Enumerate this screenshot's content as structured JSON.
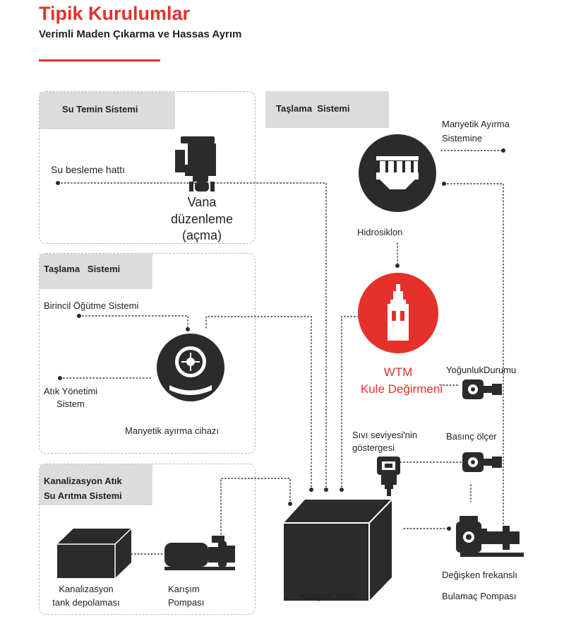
{
  "header": {
    "title": "Tipik Kurulumlar",
    "subtitle": "Verimli Maden Çıkarma ve Hassas Ayrım"
  },
  "panels": {
    "water_supply": "Su Temin Sistemi",
    "grinding_top": "Taşlama  Sistemi",
    "grinding_left": "Taşlama   Sistemi",
    "sewage_line1": "Kanalizasyon Atık",
    "sewage_line2": "Su Arıtma Sistemi"
  },
  "labels": {
    "water_feed_line": "Su besleme hattı",
    "valve_line1": "Vana",
    "valve_line2": "düzenleme",
    "valve_line3": "(açma)",
    "primary_grinding": "Birincil Öğütme Sistemi",
    "waste_line1": "Atık Yönetimi",
    "waste_line2": "Sistem",
    "magnetic_device": "Manyetik ayırma cihazı",
    "magnetic_system_line1": "Manyetik Ayırma",
    "magnetic_system_line2": "Sistemine",
    "hydrocyclone": "Hidrosiklon",
    "wtm_line1": "WTM",
    "wtm_line2": "Kule Değirmeni",
    "density": "YoğunlukDurumu",
    "liquid_level_line1": "Sıvı seviyesi'nin",
    "liquid_level_line2": "göstergesi",
    "pressure_gauge": "Basınç ölçer",
    "mixing_tank": "Karışım Tankı",
    "vfd_pump_line1": "Değişken frekanslı",
    "vfd_pump_line2": "Bulamaç Pompası",
    "sewage_tank_line1": "Kanalizasyon",
    "sewage_tank_line2": "tank depolaması",
    "mixing_pump_line1": "Karışım",
    "mixing_pump_line2": "Pompası"
  },
  "colors": {
    "accent": "#e4312b",
    "dark": "#2b2b2b",
    "panel_tag": "#dcdcdc"
  }
}
